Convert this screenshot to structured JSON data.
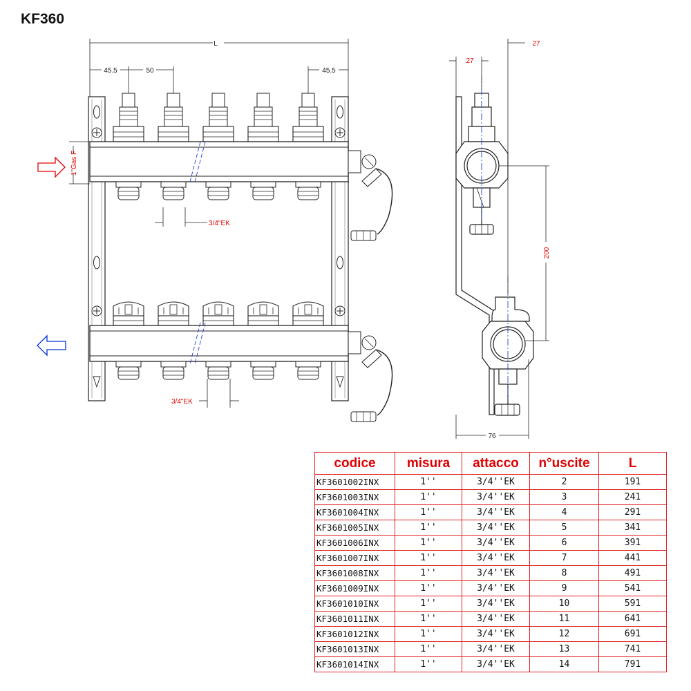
{
  "title": "KF360",
  "dimensions": {
    "total_length": "L",
    "pitch_left": "45.5",
    "pitch": "50",
    "pitch_right": "45.5",
    "inlet_size": "1\"Gas F",
    "outlet_top": "3/4\"EK",
    "outlet_bottom": "3/4\"EK",
    "side_offset_a": "27",
    "side_offset_b": "27",
    "side_height": "200",
    "side_depth": "76"
  },
  "colors": {
    "inlet_arrow": "#e00000",
    "outlet_arrow": "#0033cc",
    "table_border": "#e02020",
    "header_text": "#e00000"
  },
  "table": {
    "headers": [
      "codice",
      "misura",
      "attacco",
      "n°uscite",
      "L"
    ],
    "rows": [
      [
        "KF3601002INX",
        "1''",
        "3/4''EK",
        "2",
        "191"
      ],
      [
        "KF3601003INX",
        "1''",
        "3/4''EK",
        "3",
        "241"
      ],
      [
        "KF3601004INX",
        "1''",
        "3/4''EK",
        "4",
        "291"
      ],
      [
        "KF3601005INX",
        "1''",
        "3/4''EK",
        "5",
        "341"
      ],
      [
        "KF3601006INX",
        "1''",
        "3/4''EK",
        "6",
        "391"
      ],
      [
        "KF3601007INX",
        "1''",
        "3/4''EK",
        "7",
        "441"
      ],
      [
        "KF3601008INX",
        "1''",
        "3/4''EK",
        "8",
        "491"
      ],
      [
        "KF3601009INX",
        "1''",
        "3/4''EK",
        "9",
        "541"
      ],
      [
        "KF3601010INX",
        "1''",
        "3/4''EK",
        "10",
        "591"
      ],
      [
        "KF3601011INX",
        "1''",
        "3/4''EK",
        "11",
        "641"
      ],
      [
        "KF3601012INX",
        "1''",
        "3/4''EK",
        "12",
        "691"
      ],
      [
        "KF3601013INX",
        "1''",
        "3/4''EK",
        "13",
        "741"
      ],
      [
        "KF3601014INX",
        "1''",
        "3/4''EK",
        "14",
        "791"
      ]
    ]
  }
}
